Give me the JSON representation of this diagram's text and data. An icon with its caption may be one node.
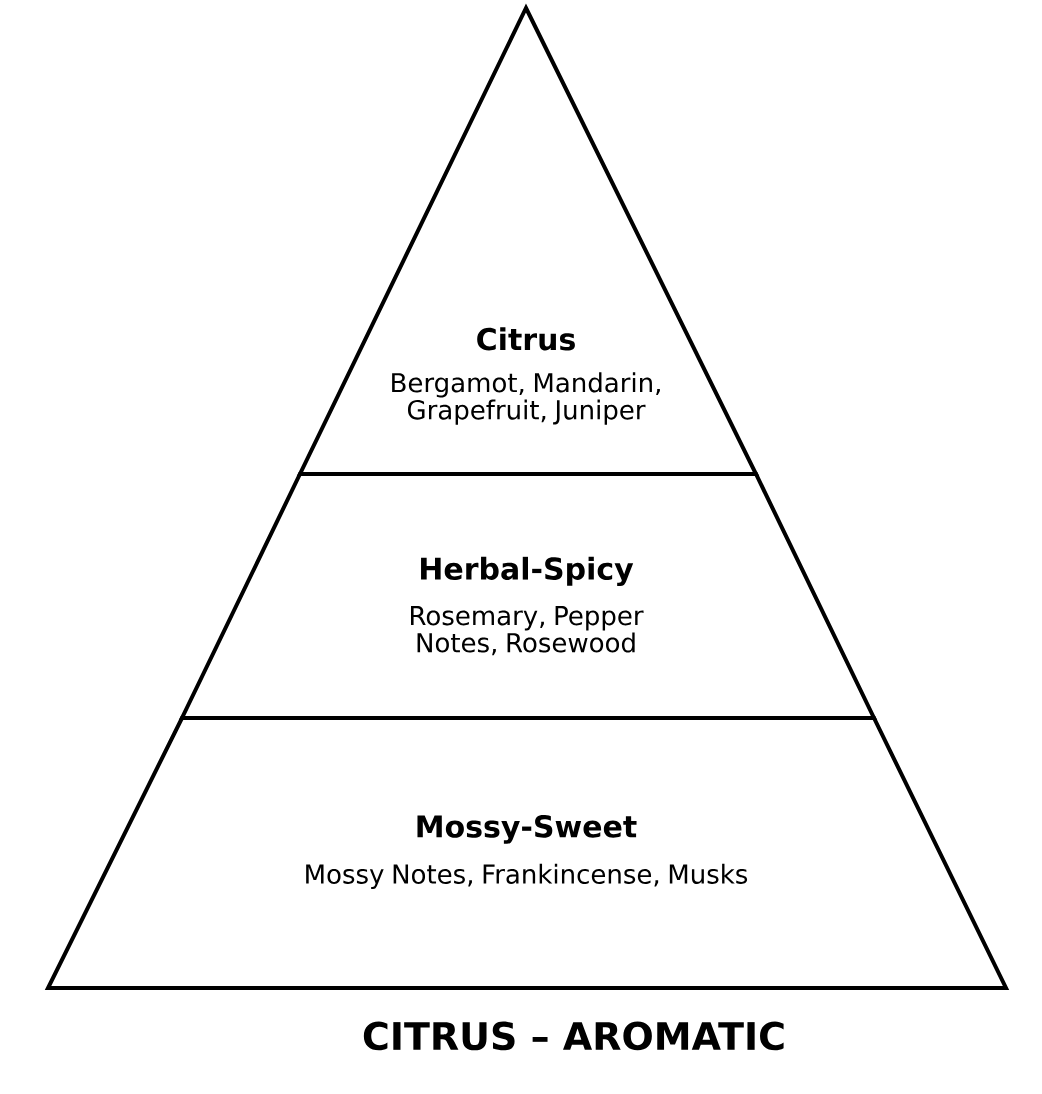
{
  "diagram": {
    "title": "CITRUS – AROMATIC",
    "nodes": [
      {
        "text": [
          "Citrus",
          "Bergamot, Mandarin, Grapefruit, Juniper"
        ]
      },
      {
        "text": [
          "Herbal-Spicy",
          "Rosemary, Pepper Notes, Rosewood"
        ]
      },
      {
        "text": [
          "Mossy-Sweet",
          "Mossy Notes, Frankincense, Musks"
        ]
      }
    ]
  }
}
